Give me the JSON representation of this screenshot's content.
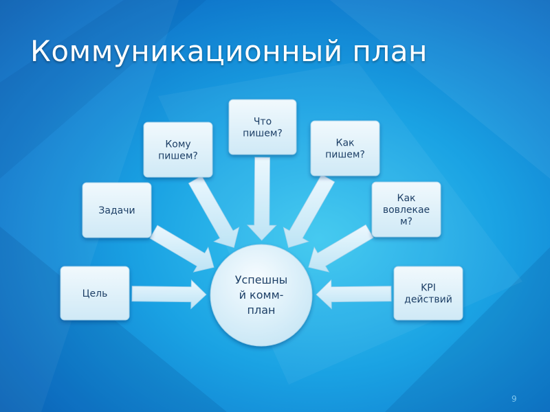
{
  "slide": {
    "title": "Коммуникационный план",
    "page_number": "9"
  },
  "diagram": {
    "center": {
      "lines": [
        "Успешны",
        "й комм-",
        "план"
      ]
    },
    "nodes": [
      {
        "id": "goal",
        "lines": [
          "Цель"
        ]
      },
      {
        "id": "tasks",
        "lines": [
          "Задачи"
        ]
      },
      {
        "id": "whom",
        "lines": [
          "Кому",
          "пишем?"
        ]
      },
      {
        "id": "what",
        "lines": [
          "Что",
          "пишем?"
        ]
      },
      {
        "id": "how",
        "lines": [
          "Как",
          "пишем?"
        ]
      },
      {
        "id": "engage",
        "lines": [
          "Как",
          "вовлекае",
          "м?"
        ]
      },
      {
        "id": "kpi",
        "lines": [
          "KPI",
          "действий"
        ]
      }
    ]
  }
}
